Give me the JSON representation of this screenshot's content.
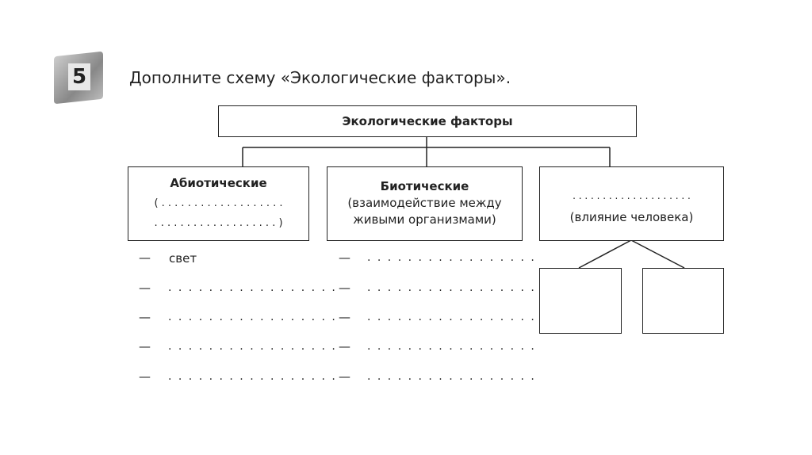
{
  "task": {
    "number": "5",
    "instruction": "Дополните схему «Экологические факторы»."
  },
  "diagram": {
    "root": "Экологические факторы",
    "abiotic": {
      "title": "Абиотические",
      "line1": "( . . . . . . . . . . . . . . . . . . .",
      "line2": ". . . . . . . . . . . . . . . . . . . )"
    },
    "biotic": {
      "title": "Биотические",
      "line1": "(взаимодействие между",
      "line2": "живыми организмами)"
    },
    "anthropogenic": {
      "blank": ". . . . . . . . . . . . . . . . . . . .",
      "subtitle": "(влияние человека)"
    },
    "abiotic_list": [
      "свет",
      ". . . . . . . . . . . . . . . . .",
      ". . . . . . . . . . . . . . . . .",
      ". . . . . . . . . . . . . . . . .",
      ". . . . . . . . . . . . . . . . ."
    ],
    "biotic_list": [
      ". . . . . . . . . . . . . . . . .",
      ". . . . . . . . . . . . . . . . .",
      ". . . . . . . . . . . . . . . . .",
      ". . . . . . . . . . . . . . . . .",
      ". . . . . . . . . . . . . . . . ."
    ],
    "dash": "—"
  }
}
